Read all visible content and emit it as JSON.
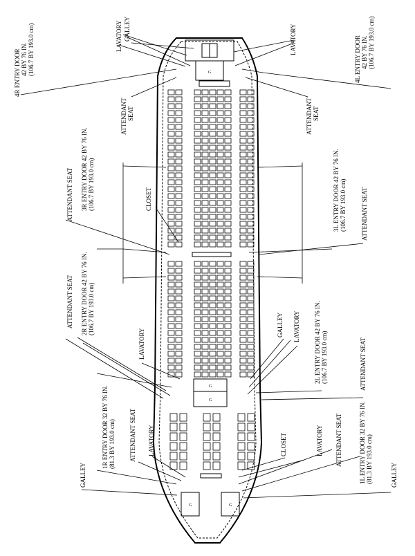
{
  "labels": {
    "door_4r_line1": "4R ENTRY DOOR",
    "door_4r_line2": "42 BY 76 IN.",
    "door_4r_line3": "(106.7 BY 193.0 cm)",
    "lavatory_aft_left": "LAVATORY",
    "galley_aft_left": "GALLEY",
    "lavatory_aft_right": "LAVATORY",
    "door_4l_line1": "4L ENTRY DOOR",
    "door_4l_line2": "42 BY 76 IN.",
    "door_4l_line3": "(106.7 BY 193.0 cm)",
    "attendant_aft_left_1": "ATTENDANT",
    "attendant_aft_left_2": "SEAT",
    "attendant_aft_right_1": "ATTENDANT",
    "attendant_aft_right_2": "SEAT",
    "door_3r_line1": "3R ENTRY DOOR 42 BY 76 IN.",
    "door_3r_line2": "(106.7 BY 193.0 cm)",
    "attendant_3r": "ATTENDANT SEAT",
    "closet_mid": "CLOSET",
    "door_3l_line1": "3L ENTRY DOOR 42 BY 76 IN.",
    "door_3l_line2": "(106.7 BY 193.0 cm)",
    "attendant_3l": "ATTENDANT SEAT",
    "door_2r_line1": "2R ENTRY DOOR 42 BY 76 IN.",
    "door_2r_line2": "(106.7 BY 193.0 cm)",
    "attendant_2r": "ATTENDANT SEAT",
    "lavatory_2r": "LAVATORY",
    "galley_2l": "GALLEY",
    "lavatory_2l": "LAVATORY",
    "door_2l_line1": "2L ENTRY DOOR 42 BY 76 IN.",
    "door_2l_line2": "(106.7 BY 193.0 cm)",
    "attendant_2l": "ATTENDANT SEAT",
    "door_1r_line1": "1R ENTRY DOOR 32 BY 76 IN.",
    "door_1r_line2": "(81.3 BY 193.0 cm)",
    "attendant_1r": "ATTENDANT SEAT",
    "lavatory_1r": "LAVATORY",
    "galley_fwd_left": "GALLEY",
    "closet_fwd": "CLOSET",
    "lavatory_1l": "LAVATORY",
    "attendant_1l": "ATTENDANT SEAT",
    "door_1l_line1": "1L ENTRY DOOR 32 BY 76 IN.",
    "door_1l_line2": "(81.3 BY 193.0 cm)",
    "galley_fwd_right": "GALLEY",
    "galley_box_code": "G"
  }
}
